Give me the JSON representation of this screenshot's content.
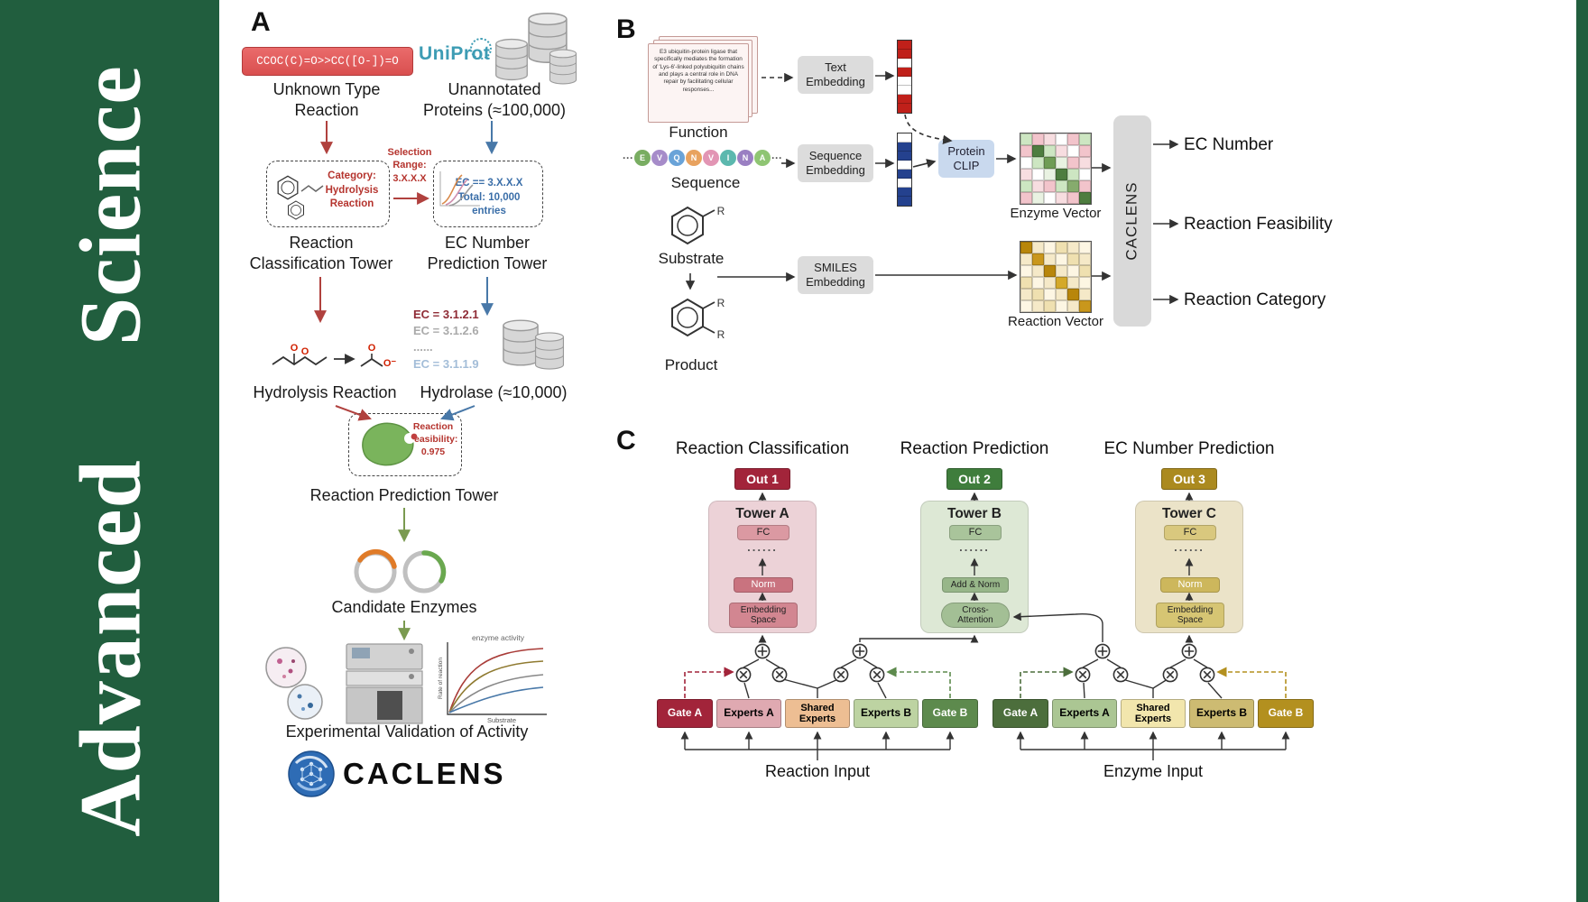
{
  "journal": {
    "name": "Advanced  Science",
    "color": "#215e3e"
  },
  "colors": {
    "red_accent": "#b0413e",
    "blue_accent": "#4878a8",
    "green_accent": "#7a9a50",
    "smiles_box": "#dd5555",
    "uniprot_blue": "#3d9cb4",
    "out1": "#a2243a",
    "out2": "#3f7d3c",
    "out3": "#ab8a1f",
    "tower_a_bg": "#ecd2d7",
    "tower_b_bg": "#dde8d5",
    "tower_c_bg": "#ebe3c8",
    "gate_a_reaction": "#a2243a",
    "experts_a_reaction": "#dfa9b1",
    "shared_experts_reaction": "#edbe93",
    "experts_b_reaction": "#bdd3a2",
    "gate_b_reaction": "#5d8a4d",
    "gate_a_enzyme": "#4c6e3c",
    "experts_a_enzyme": "#abc693",
    "shared_experts_enzyme": "#f2e6ad",
    "experts_b_enzyme": "#cdbb72",
    "gate_b_enzyme": "#b3901f"
  },
  "panelA": {
    "label": "A",
    "smiles": "CCOC(C)=O>>CC([O-])=O",
    "unknown_reaction": "Unknown Type\nReaction",
    "uniprot": "UniProt",
    "unannotated": "Unannotated\nProteins (≈100,000)",
    "selection_range": "Selection\nRange:\n3.X.X.X",
    "category_box": "Category:\nHydrolysis\nReaction",
    "ec_box": "EC == 3.X.X.X\nTotal: 10,000\nentries",
    "classification_tower": "Reaction\nClassification Tower",
    "ec_tower": "EC Number\nPrediction Tower",
    "ec_items": [
      {
        "text": "EC = 3.1.2.1",
        "color": "#8f2b35"
      },
      {
        "text": "EC = 3.1.2.6",
        "color": "#aaaaaa"
      },
      {
        "text": "......",
        "color": "#aaaaaa"
      },
      {
        "text": "EC = 3.1.1.9",
        "color": "#a3bdd8"
      }
    ],
    "hydrolysis_reaction": "Hydrolysis Reaction",
    "hydrolase": "Hydrolase (≈10,000)",
    "enzyme": "Enzyme",
    "feasibility": "Reaction\nFeasibility:\n0.975",
    "prediction_tower": "Reaction Prediction Tower",
    "candidate_enzymes": "Candidate Enzymes",
    "validation": "Experimental Validation of Activity",
    "caclens_wordmark": "CACLENS",
    "atom_o": "O",
    "atom_o_minus": "O⁻",
    "activity_plot": {
      "title": "enzyme activity",
      "xlabel": "Substrate",
      "ylabel": "Rate of reaction"
    }
  },
  "panelB": {
    "label": "B",
    "function_card": "E3 ubiquitin-protein ligase that specifically mediates the formation of 'Lys-6'-linked polyubiquitin chains and plays a central role in DNA repair by facilitating cellular responses...",
    "function_label": "Function",
    "sequence_ellipsis": "···",
    "sequence_tokens": [
      {
        "letter": "E",
        "color": "#79ad62"
      },
      {
        "letter": "V",
        "color": "#a68cc9"
      },
      {
        "letter": "Q",
        "color": "#6aa3d8"
      },
      {
        "letter": "N",
        "color": "#e8a25f"
      },
      {
        "letter": "V",
        "color": "#e295b4"
      },
      {
        "letter": "I",
        "color": "#5cb8ae"
      },
      {
        "letter": "N",
        "color": "#9a7fc2"
      },
      {
        "letter": "A",
        "color": "#8fc573"
      }
    ],
    "sequence_label": "Sequence",
    "substrate_label": "Substrate",
    "product_label": "Product",
    "r_group": "R",
    "text_embedding": "Text\nEmbedding",
    "sequence_embedding": "Sequence\nEmbedding",
    "smiles_embedding": "SMILES\nEmbedding",
    "protein_clip": "Protein\nCLIP",
    "enzyme_vector_label": "Enzyme Vector",
    "reaction_vector_label": "Reaction Vector",
    "caclens_bar": "CACLENS",
    "outputs": [
      "EC Number",
      "Reaction Feasibility",
      "Reaction Category"
    ],
    "text_vector_cells": [
      "#c0201a",
      "#c0201a",
      "#ffffff",
      "#c0201a",
      "#ffffff",
      "#ffffff",
      "#c0201a",
      "#c0201a"
    ],
    "sequence_vector_cells": [
      "#ffffff",
      "#24418e",
      "#24418e",
      "#ffffff",
      "#24418e",
      "#ffffff",
      "#24418e",
      "#24418e"
    ],
    "enzyme_vector_grid": [
      [
        "#cde6c2",
        "#f2c4cb",
        "#f7dde0",
        "#ffffff",
        "#f2c4cb",
        "#cde6c2"
      ],
      [
        "#f2c4cb",
        "#4e7d3f",
        "#cde6c2",
        "#f7dde0",
        "#ffffff",
        "#f2c4cb"
      ],
      [
        "#ffffff",
        "#cde6c2",
        "#6f9c55",
        "#e9f2e2",
        "#f2c4cb",
        "#f7dde0"
      ],
      [
        "#f7dde0",
        "#ffffff",
        "#e9f2e2",
        "#4e7d3f",
        "#cde6c2",
        "#ffffff"
      ],
      [
        "#cde6c2",
        "#f7dde0",
        "#f2c4cb",
        "#cde6c2",
        "#86ab6d",
        "#f2c4cb"
      ],
      [
        "#f2c4cb",
        "#e9f2e2",
        "#ffffff",
        "#f7dde0",
        "#f2c4cb",
        "#4e7d3f"
      ]
    ],
    "reaction_vector_grid": [
      [
        "#b8860b",
        "#f5e9c8",
        "#fdf6e3",
        "#efe0b0",
        "#f5e9c8",
        "#fdf6e3"
      ],
      [
        "#f5e9c8",
        "#c9971c",
        "#f5e9c8",
        "#fdf6e3",
        "#efe0b0",
        "#f5e9c8"
      ],
      [
        "#fdf6e3",
        "#f5e9c8",
        "#b8860b",
        "#f5e9c8",
        "#fdf6e3",
        "#efe0b0"
      ],
      [
        "#efe0b0",
        "#fdf6e3",
        "#f5e9c8",
        "#d4a92a",
        "#f5e9c8",
        "#fdf6e3"
      ],
      [
        "#f5e9c8",
        "#efe0b0",
        "#fdf6e3",
        "#f5e9c8",
        "#b8860b",
        "#f5e9c8"
      ],
      [
        "#fdf6e3",
        "#f5e9c8",
        "#efe0b0",
        "#fdf6e3",
        "#f5e9c8",
        "#c9971c"
      ]
    ]
  },
  "panelC": {
    "label": "C",
    "towers": [
      {
        "title": "Reaction Classification",
        "out": "Out 1",
        "name": "Tower A",
        "fc": "FC",
        "dots": "......",
        "mid": "Norm",
        "base": "Embedding\nSpace"
      },
      {
        "title": "Reaction Prediction",
        "out": "Out 2",
        "name": "Tower B",
        "fc": "FC",
        "dots": "......",
        "mid": "Add & Norm",
        "base": "Cross-\nAttention"
      },
      {
        "title": "EC Number Prediction",
        "out": "Out 3",
        "name": "Tower C",
        "fc": "FC",
        "dots": "......",
        "mid": "Norm",
        "base": "Embedding\nSpace"
      }
    ],
    "reaction_experts": [
      "Gate A",
      "Experts A",
      "Shared\nExperts",
      "Experts B",
      "Gate B"
    ],
    "enzyme_experts": [
      "Gate A",
      "Experts A",
      "Shared\nExperts",
      "Experts B",
      "Gate B"
    ],
    "reaction_input": "Reaction Input",
    "enzyme_input": "Enzyme Input"
  }
}
